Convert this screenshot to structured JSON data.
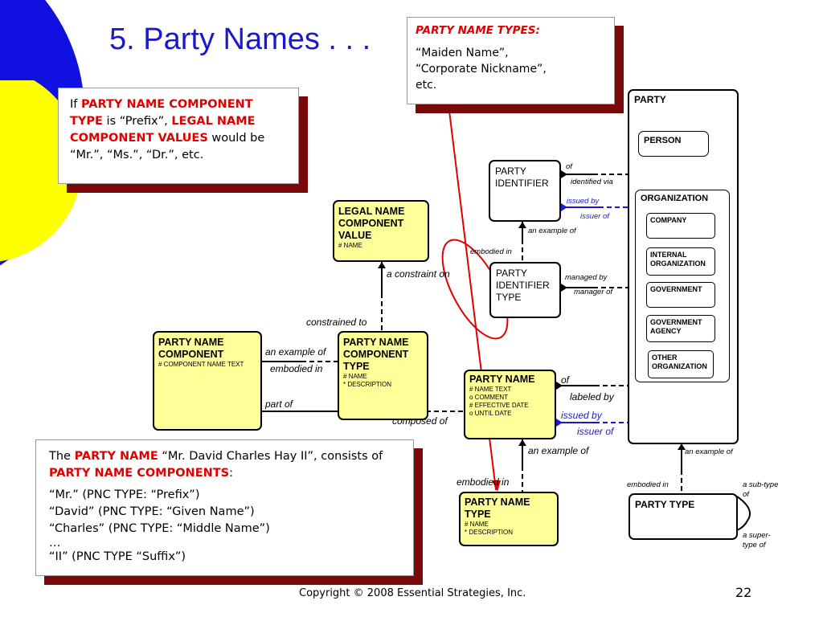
{
  "slide": {
    "title": "5. Party Names . . .",
    "footer": "Copyright © 2008 Essential Strategies, Inc.",
    "page_number": "22"
  },
  "colors": {
    "title_blue": "#1a1acc",
    "circle_blue": "#1010e0",
    "circle_yellow": "#ffff00",
    "note_shadow": "#7a0a0a",
    "entity_yellow": "#ffff99",
    "highlight_red": "#e00000"
  },
  "notes": {
    "name_types": {
      "heading": "PARTY NAME TYPES:",
      "line1": "“Maiden Name”,",
      "line2": "“Corporate Nickname”,",
      "line3": "etc."
    },
    "component": {
      "t1": "If ",
      "r1": "PARTY NAME COMPONENT TYPE",
      "t2": " is “Prefix”, ",
      "r2": "LEGAL NAME COMPONENT VALUES",
      "t3": " would be “Mr.”, “Ms.”, “Dr.”, etc."
    },
    "example": {
      "t1": "The ",
      "r1": "PARTY NAME",
      "t2": " “Mr. David Charles Hay II”, consists of ",
      "r2": "PARTY NAME COMPONENTS",
      "t3": ":",
      "lines": [
        "“Mr.” (PNC TYPE: “Prefix”)",
        "“David” (PNC TYPE: “Given Name”)",
        "“Charles” (PNC TYPE: “Middle Name”)",
        "…",
        "“II” (PNC TYPE “Suffix”)"
      ]
    }
  },
  "entities": {
    "party": {
      "name": "PARTY"
    },
    "person": {
      "name": "PERSON"
    },
    "organization": {
      "name": "ORGANIZATION"
    },
    "company": {
      "name": "COMPANY"
    },
    "internal_org": {
      "name": "INTERNAL ORGANIZATION"
    },
    "government": {
      "name": "GOVERNMENT"
    },
    "government_agency": {
      "name": "GOVERNMENT AGENCY"
    },
    "other_org": {
      "name": "OTHER ORGANIZATION"
    },
    "party_identifier": {
      "name": "PARTY IDENTIFIER"
    },
    "party_identifier_type": {
      "name": "PARTY IDENTIFIER TYPE"
    },
    "legal_name_component_value": {
      "name": "LEGAL NAME COMPONENT VALUE",
      "attrs": [
        "#  NAME"
      ]
    },
    "party_name_component": {
      "name": "PARTY NAME COMPONENT",
      "attrs": [
        "#  COMPONENT NAME TEXT"
      ]
    },
    "party_name_component_type": {
      "name": "PARTY NAME COMPONENT TYPE",
      "attrs": [
        "#  NAME",
        "*  DESCRIPTION"
      ]
    },
    "party_name": {
      "name": "PARTY NAME",
      "attrs": [
        "#  NAME TEXT",
        "o  COMMENT",
        "#  EFFECTIVE DATE",
        "o  UNTIL DATE"
      ]
    },
    "party_name_type": {
      "name": "PARTY NAME TYPE",
      "attrs": [
        "#  NAME",
        "*  DESCRIPTION"
      ]
    },
    "party_type": {
      "name": "PARTY TYPE"
    }
  },
  "relationships": {
    "of_1": "of",
    "identified_via": "identified via",
    "issued_by_1": "issued by",
    "issuer_of_1": "issuer of",
    "an_example_of_1": "an example of",
    "embodied_in_1": "embodied in",
    "managed_by": "managed by",
    "manager_of": "manager of",
    "a_constraint_on": "a constraint on",
    "constrained_to": "constrained to",
    "an_example_of_2": "an example of",
    "embodied_in_2": "embodied in",
    "part_of": "part of",
    "composed_of": "composed of",
    "of_2": "of",
    "labeled_by": "labeled by",
    "issued_by_2": "issued by",
    "issuer_of_2": "issuer of",
    "an_example_of_3": "an example of",
    "embodied_in_3": "embodied in",
    "an_example_of_4": "an example of",
    "embodied_in_4": "embodied in",
    "a_sub_type_of": "a sub-type of",
    "a_super_type_of": "a super-type of"
  }
}
